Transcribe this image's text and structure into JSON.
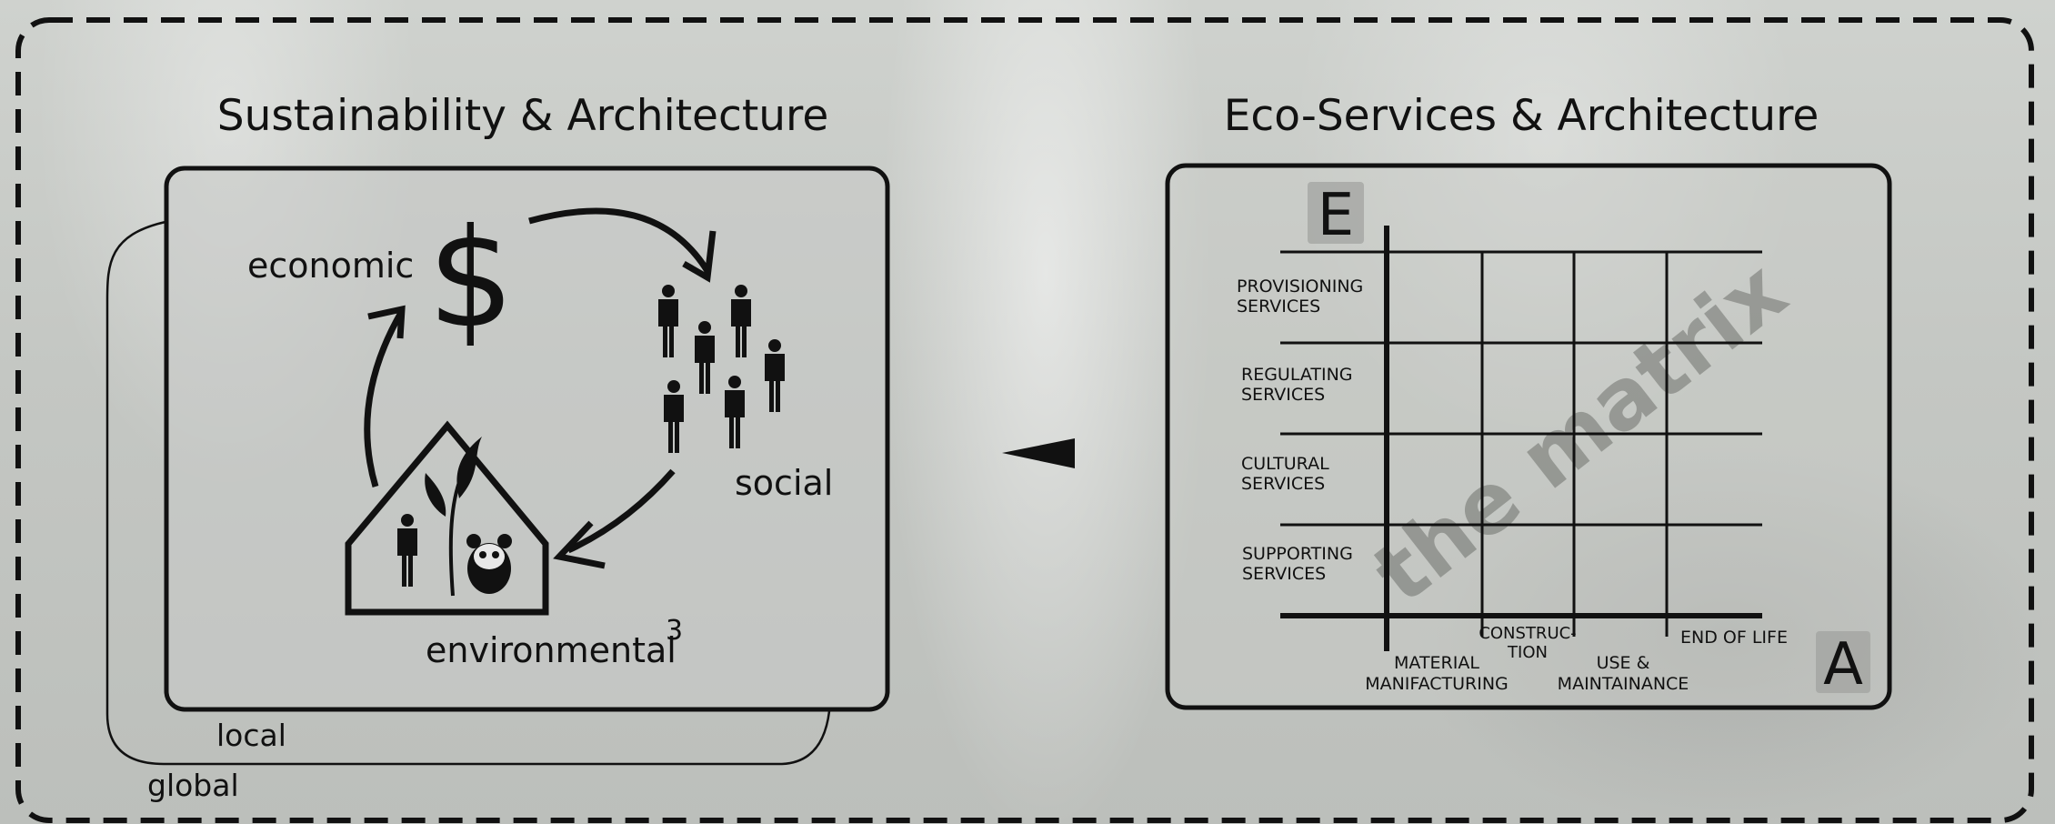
{
  "left_panel": {
    "title": "Sustainability & Architecture",
    "economic_label": "economic",
    "economic_symbol": "$",
    "social_label": "social",
    "environmental_label": "environmental",
    "environmental_superscript": "3",
    "local_label": "local",
    "global_label": "global"
  },
  "right_panel": {
    "title": "Eco-Services & Architecture",
    "corner_top": "E",
    "corner_bottom": "A",
    "watermark": "the matrix",
    "rows": [
      {
        "line1": "PROVISIONING",
        "line2": "SERVICES"
      },
      {
        "line1": "REGULATING",
        "line2": "SERVICES"
      },
      {
        "line1": "CULTURAL",
        "line2": "SERVICES"
      },
      {
        "line1": "SUPPORTING",
        "line2": "SERVICES"
      }
    ],
    "columns": [
      {
        "line1": "MATERIAL",
        "line2": "MANIFACTURING"
      },
      {
        "line1": "CONSTRUC-",
        "line2": "TION"
      },
      {
        "line1": "USE &",
        "line2": "MAINTAINANCE"
      },
      {
        "line1": "END OF LIFE",
        "line2": ""
      }
    ]
  }
}
